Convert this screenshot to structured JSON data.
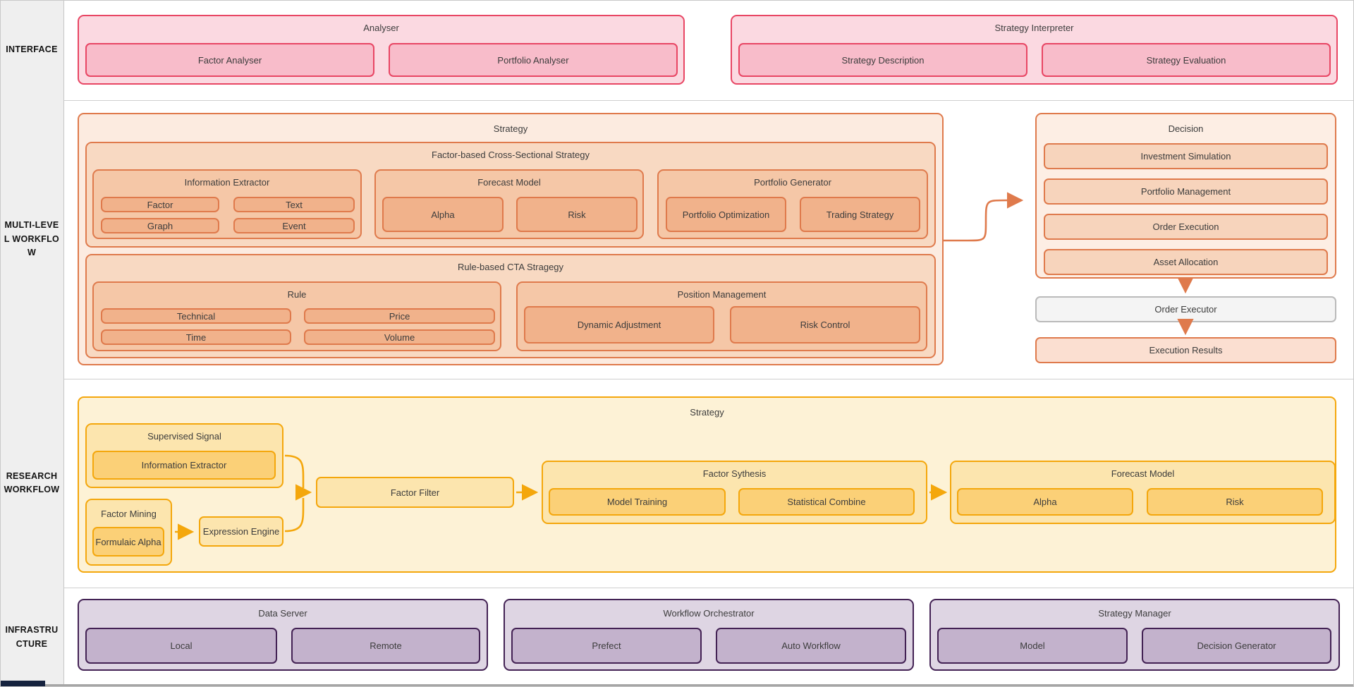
{
  "palette": {
    "pink_border": "#e84664",
    "pink_fill": "#fbd9e1",
    "pink_leaf": "#f8bcca",
    "orange_border": "#df7a4c",
    "orange_outer": "#fcebe0",
    "orange_sub": "#f8d9c2",
    "orange_section": "#f5c7a7",
    "orange_leaf": "#f1b28b",
    "decision_fill": "#fdeee4",
    "decision_leaf": "#f7d4bc",
    "gray_fill": "#f4f4f4",
    "gray_border": "#bababa",
    "gold_border": "#f4a70c",
    "gold_outer": "#fdf2d6",
    "gold_mid": "#fce5ae",
    "gold_leaf": "#fbd077",
    "purple_border": "#432254",
    "purple_fill": "#ded5e3",
    "purple_leaf": "#c3b2cc",
    "sidebar_bg": "#efefef"
  },
  "sidebar": {
    "rows": [
      {
        "label": "INTERFACE"
      },
      {
        "label": "MULTI-LEVEL WORKFLOW"
      },
      {
        "label": "RESEARCH WORKFLOW"
      },
      {
        "label": "INFRASTRUCTURE"
      }
    ]
  },
  "iface": {
    "analyser": {
      "title": "Analyser",
      "factor_analyser": "Factor Analyser",
      "portfolio_analyser": "Portfolio Analyser"
    },
    "interpreter": {
      "title": "Strategy Interpreter",
      "description": "Strategy Description",
      "evaluation": "Strategy Evaluation"
    }
  },
  "ml": {
    "strategy_title": "Strategy",
    "factor_cs": {
      "title": "Factor-based Cross-Sectional Strategy"
    },
    "ie": {
      "title": "Information Extractor",
      "items": [
        "Factor",
        "Text",
        "Graph",
        "Event"
      ]
    },
    "fm": {
      "title": "Forecast Model",
      "items": [
        "Alpha",
        "Risk"
      ]
    },
    "pg": {
      "title": "Portfolio Generator",
      "items": [
        "Portfolio Optimization",
        "Trading Strategy"
      ]
    },
    "rule_cta": {
      "title": "Rule-based CTA Stragegy"
    },
    "rule": {
      "title": "Rule",
      "items": [
        "Technical",
        "Price",
        "Time",
        "Volume"
      ]
    },
    "pm": {
      "title": "Position Management",
      "items": [
        "Dynamic Adjustment",
        "Risk Control"
      ]
    },
    "decision": {
      "title": "Decision",
      "items": [
        "Investment Simulation",
        "Portfolio Management",
        "Order Execution",
        "Asset Allocation"
      ]
    },
    "order_executor": "Order Executor",
    "execution_results": "Execution Results"
  },
  "rw": {
    "strategy_title": "Strategy",
    "supervised": {
      "title": "Supervised Signal",
      "leaf": "Information Extractor"
    },
    "mining": {
      "title": "Factor Mining",
      "leaf": "Formulaic Alpha"
    },
    "expression_engine": "Expression Engine",
    "factor_filter": "Factor Filter",
    "sythesis": {
      "title": "Factor Sythesis",
      "items": [
        "Model Training",
        "Statistical Combine"
      ]
    },
    "forecast": {
      "title": "Forecast Model",
      "items": [
        "Alpha",
        "Risk"
      ]
    }
  },
  "infra": {
    "data_server": {
      "title": "Data Server",
      "items": [
        "Local",
        "Remote"
      ]
    },
    "orchestrator": {
      "title": "Workflow Orchestrator",
      "items": [
        "Prefect",
        "Auto Workflow"
      ]
    },
    "manager": {
      "title": "Strategy Manager",
      "items": [
        "Model",
        "Decision Generator"
      ]
    }
  }
}
